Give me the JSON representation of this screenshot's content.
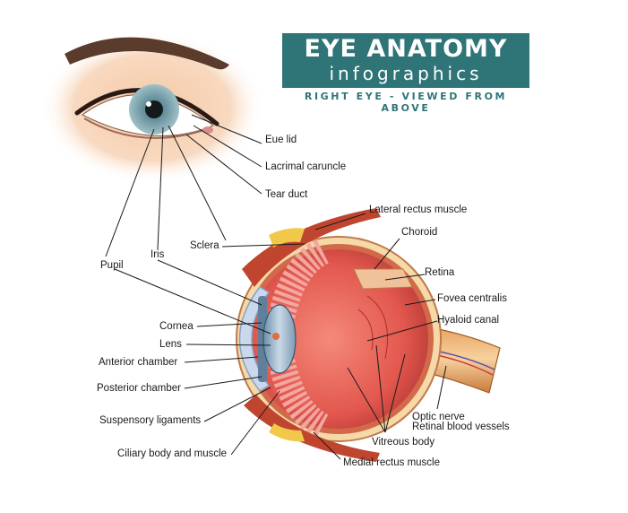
{
  "title": {
    "line1": "EYE ANATOMY",
    "line2": "infographics",
    "subtitle": "RIGHT EYE - VIEWED FROM ABOVE"
  },
  "labels": {
    "eyelid": "Eue lid",
    "lacrimal_caruncle": "Lacrimal caruncle",
    "tear_duct": "Tear duct",
    "lateral_rectus": "Lateral rectus muscle",
    "choroid": "Choroid",
    "retina": "Retina",
    "fovea": "Fovea centralis",
    "hyaloid": "Hyaloid canal",
    "optic_nerve": "Optic nerve",
    "retinal_vessels": "Retinal blood vessels",
    "vitreous": "Vitreous body",
    "medial_rectus": "Medial rectus muscle",
    "sclera": "Sclera",
    "iris": "Iris",
    "pupil": "Pupil",
    "cornea": "Cornea",
    "lens": "Lens",
    "anterior_chamber": "Anterior chamber",
    "posterior_chamber": "Posterior chamber",
    "suspensory": "Suspensory ligaments",
    "ciliary": "Ciliary body and muscle"
  },
  "colors": {
    "title_bg": "#2f7577",
    "iris": "#7fa6b3",
    "skin": "#f3c9a8",
    "eyeball": "#e2574e",
    "muscle": "#c0452f",
    "fat": "#f2c84b"
  }
}
